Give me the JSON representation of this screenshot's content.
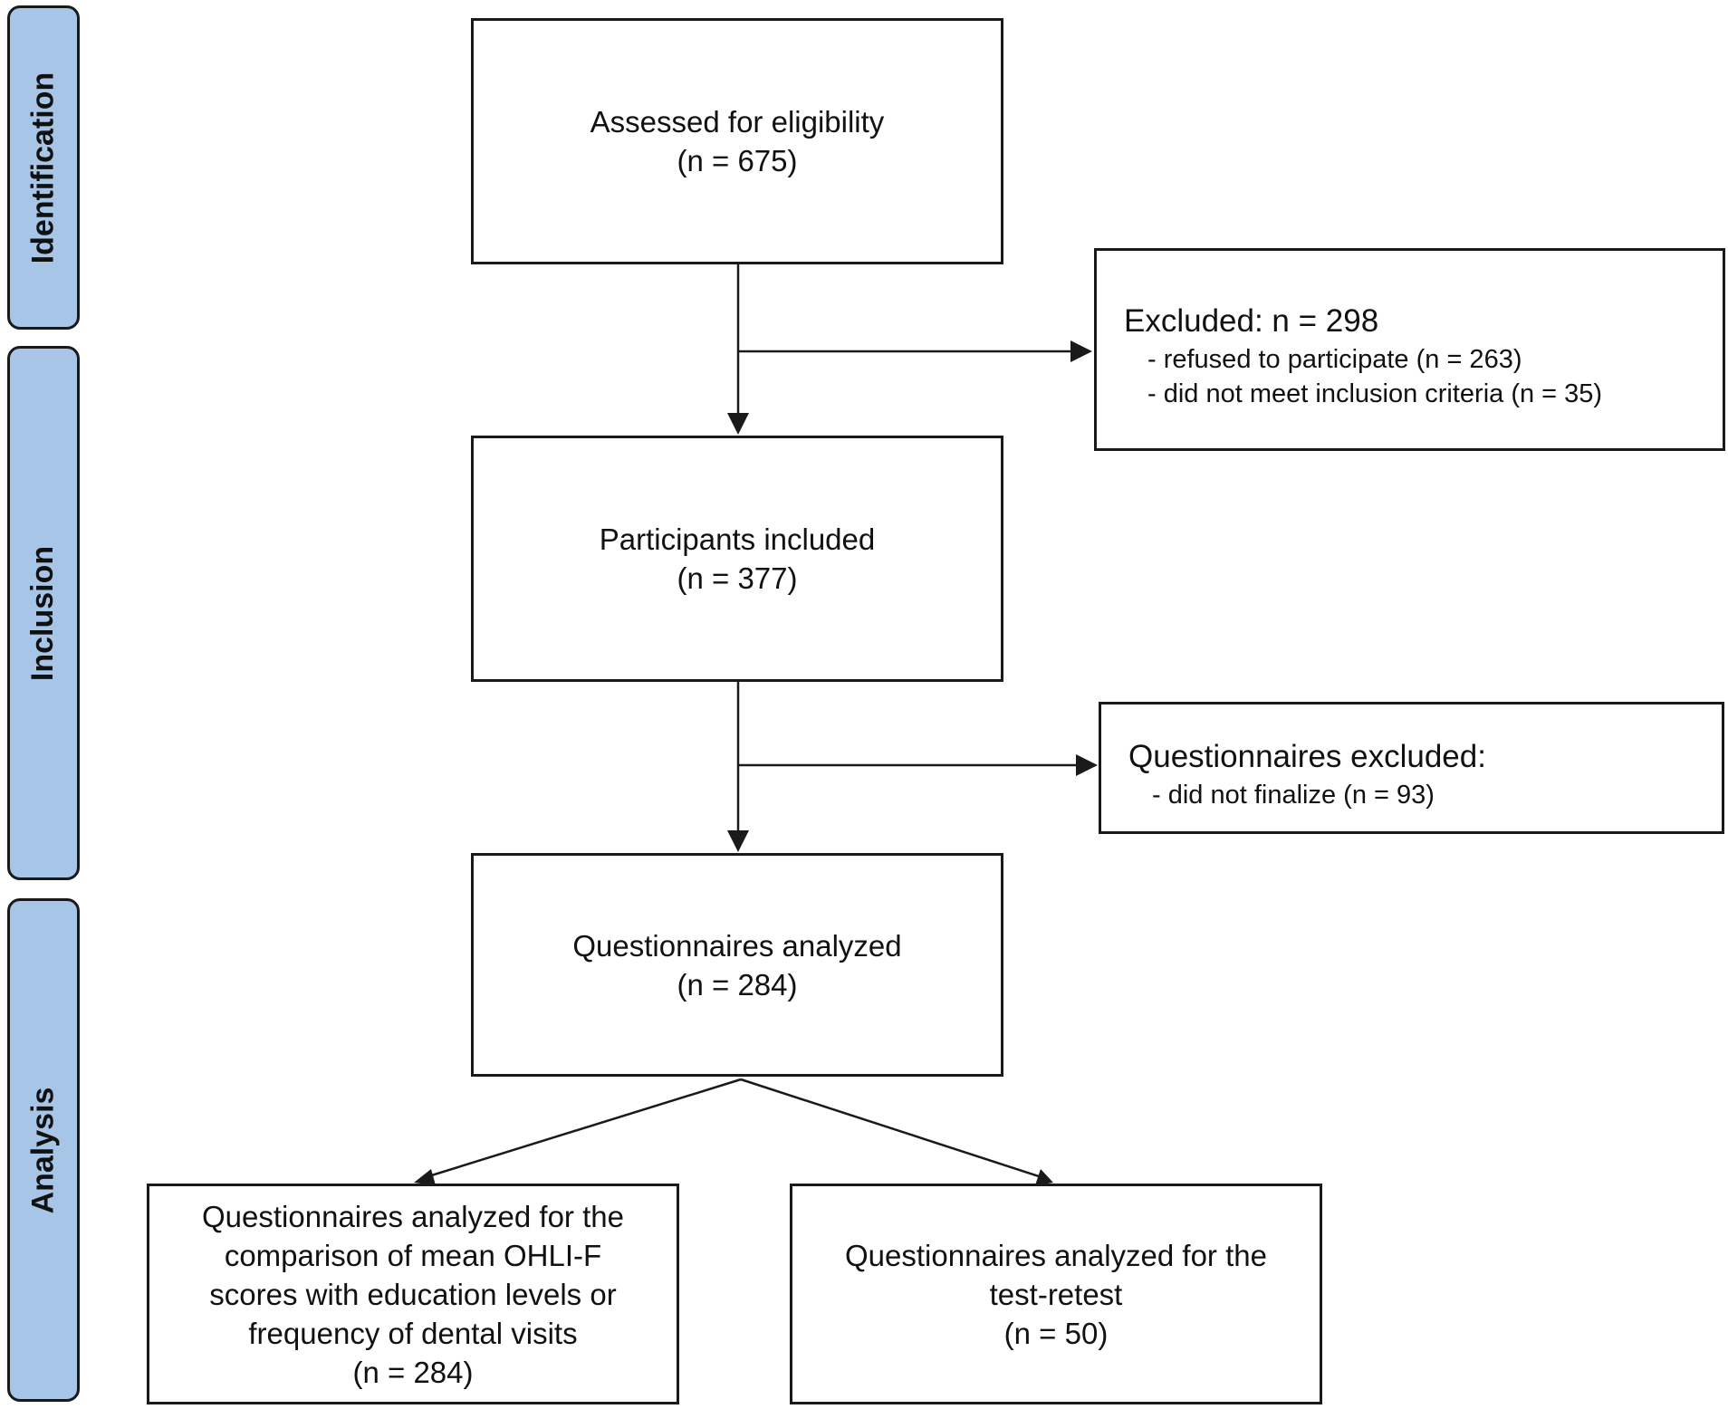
{
  "stages": {
    "identification": "Identification",
    "inclusion": "Inclusion",
    "analysis": "Analysis"
  },
  "boxes": {
    "assessed": {
      "label": "Assessed for eligibility",
      "count": "(n = 675)"
    },
    "excluded": {
      "label": "Excluded: n = 298",
      "items": [
        "- refused to participate (n = 263)",
        "- did not meet inclusion criteria (n = 35)"
      ]
    },
    "participants": {
      "label": "Participants included",
      "count": "(n = 377)"
    },
    "questionnaires_excluded": {
      "label": "Questionnaires excluded:",
      "items": [
        "- did not finalize (n = 93)"
      ]
    },
    "analyzed": {
      "label": "Questionnaires analyzed",
      "count": "(n = 284)"
    },
    "comparison": {
      "lines": [
        "Questionnaires analyzed for the",
        "comparison of mean OHLI-F",
        "scores with education levels or",
        "frequency of dental visits"
      ],
      "count": "(n = 284)"
    },
    "testretest": {
      "lines": [
        "Questionnaires analyzed for the",
        "test-retest"
      ],
      "count": "(n = 50)"
    }
  },
  "colors": {
    "stage_fill": "#a7c5e6",
    "stroke": "#1a1a1a",
    "box_fill": "#ffffff"
  }
}
